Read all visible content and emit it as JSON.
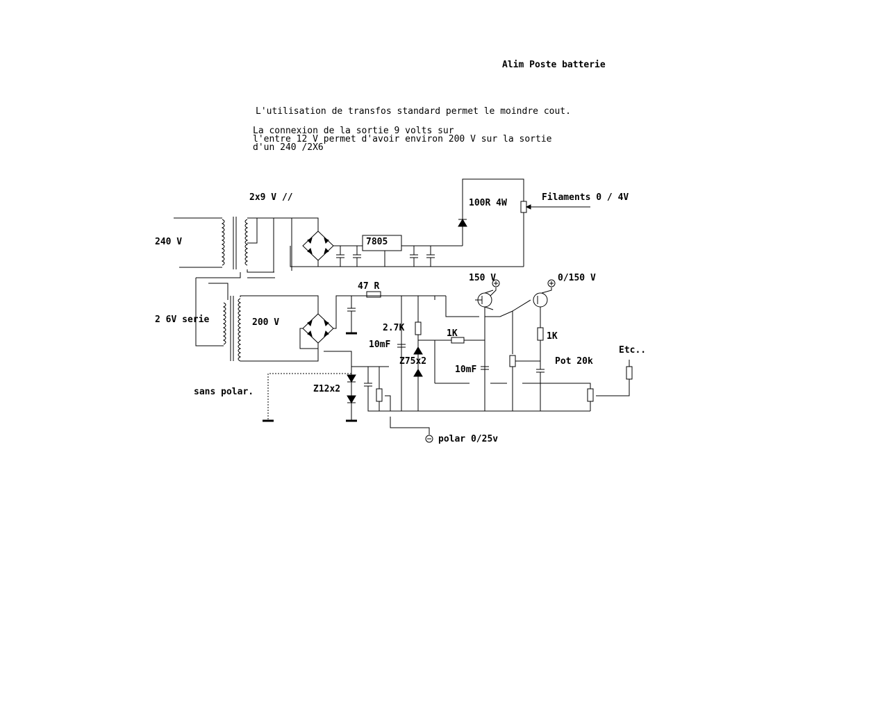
{
  "title": "Alim Poste batterie",
  "notes": {
    "line1": "L'utilisation de transfos standard permet le moindre cout.",
    "line2": "La connexion de la sortie 9 volts sur",
    "line3": "l'entre 12 V permet d'avoir environ 200 V sur la sortie",
    "line4": "d'un 240 /2X6"
  },
  "labels": {
    "sec_2x9": "2x9 V //",
    "primary_240": "240 V",
    "reg_7805": "7805",
    "res_100r": "100R 4W",
    "filaments": "Filaments 0 / 4V",
    "series_2x6": "2 6V serie",
    "sec_200": "200 V",
    "res_47r": "47 R",
    "out_150": "150 V",
    "out_0_150": "0/150 V",
    "res_2k7": "2.7K",
    "res_1k_a": "1K",
    "res_1k_b": "1K",
    "cap_10mf_a": "10mF",
    "cap_10mf_b": "10mF",
    "zener_75": "Z75x2",
    "pot_20k": "Pot 20k",
    "etc": "Etc..",
    "sans_polar": "sans polar.",
    "zener_12": "Z12x2",
    "polar": "polar 0/25v"
  }
}
